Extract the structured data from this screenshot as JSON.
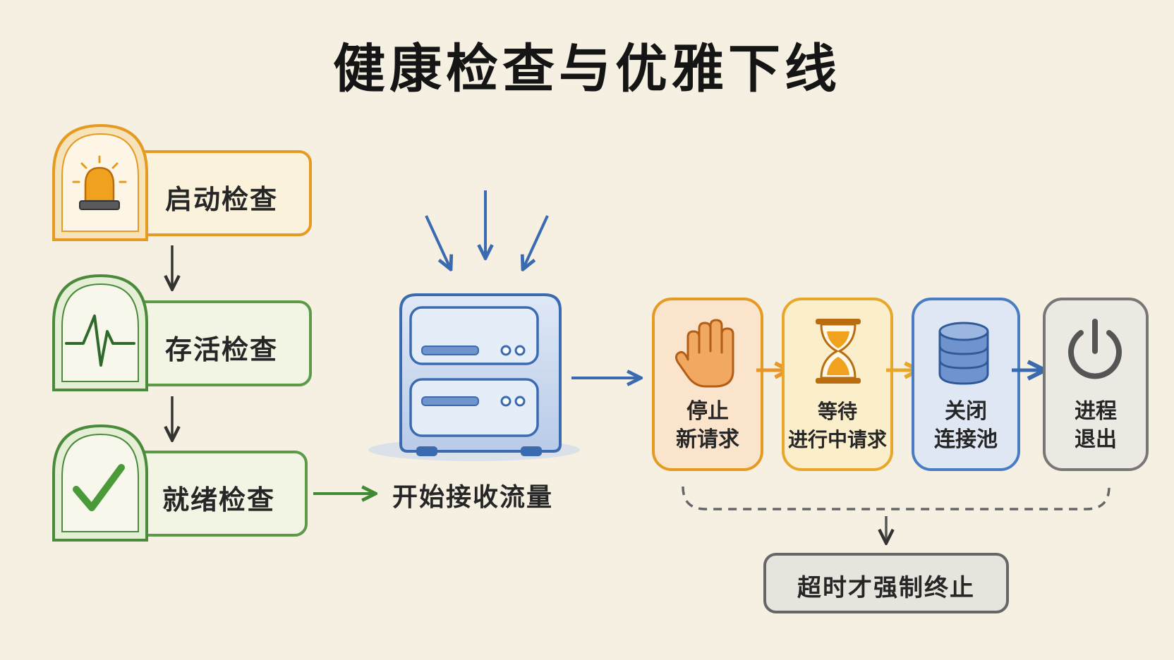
{
  "title": "健康检查与优雅下线",
  "checks": [
    {
      "label": "启动检查",
      "icon": "alarm-light-icon",
      "color": "#e59a22"
    },
    {
      "label": "存活检查",
      "icon": "heartbeat-icon",
      "color": "#4a8a3a"
    },
    {
      "label": "就绪检查",
      "icon": "checkmark-icon",
      "color": "#4a8a3a"
    }
  ],
  "server": {
    "label": "开始接收流量",
    "icon": "server-icon",
    "color": "#3a6ab0"
  },
  "shutdown_steps": [
    {
      "line1": "停止",
      "line2": "新请求",
      "icon": "stop-hand-icon",
      "color": "#e59a22"
    },
    {
      "line1": "等待",
      "line2": "进行中请求",
      "icon": "hourglass-icon",
      "color": "#e8a72a"
    },
    {
      "line1": "关闭",
      "line2": "连接池",
      "icon": "database-icon",
      "color": "#4a7cc4"
    },
    {
      "line1": "进程",
      "line2": "退出",
      "icon": "power-icon",
      "color": "#777777"
    }
  ],
  "timeout": {
    "label": "超时才强制终止",
    "color": "#666666"
  }
}
